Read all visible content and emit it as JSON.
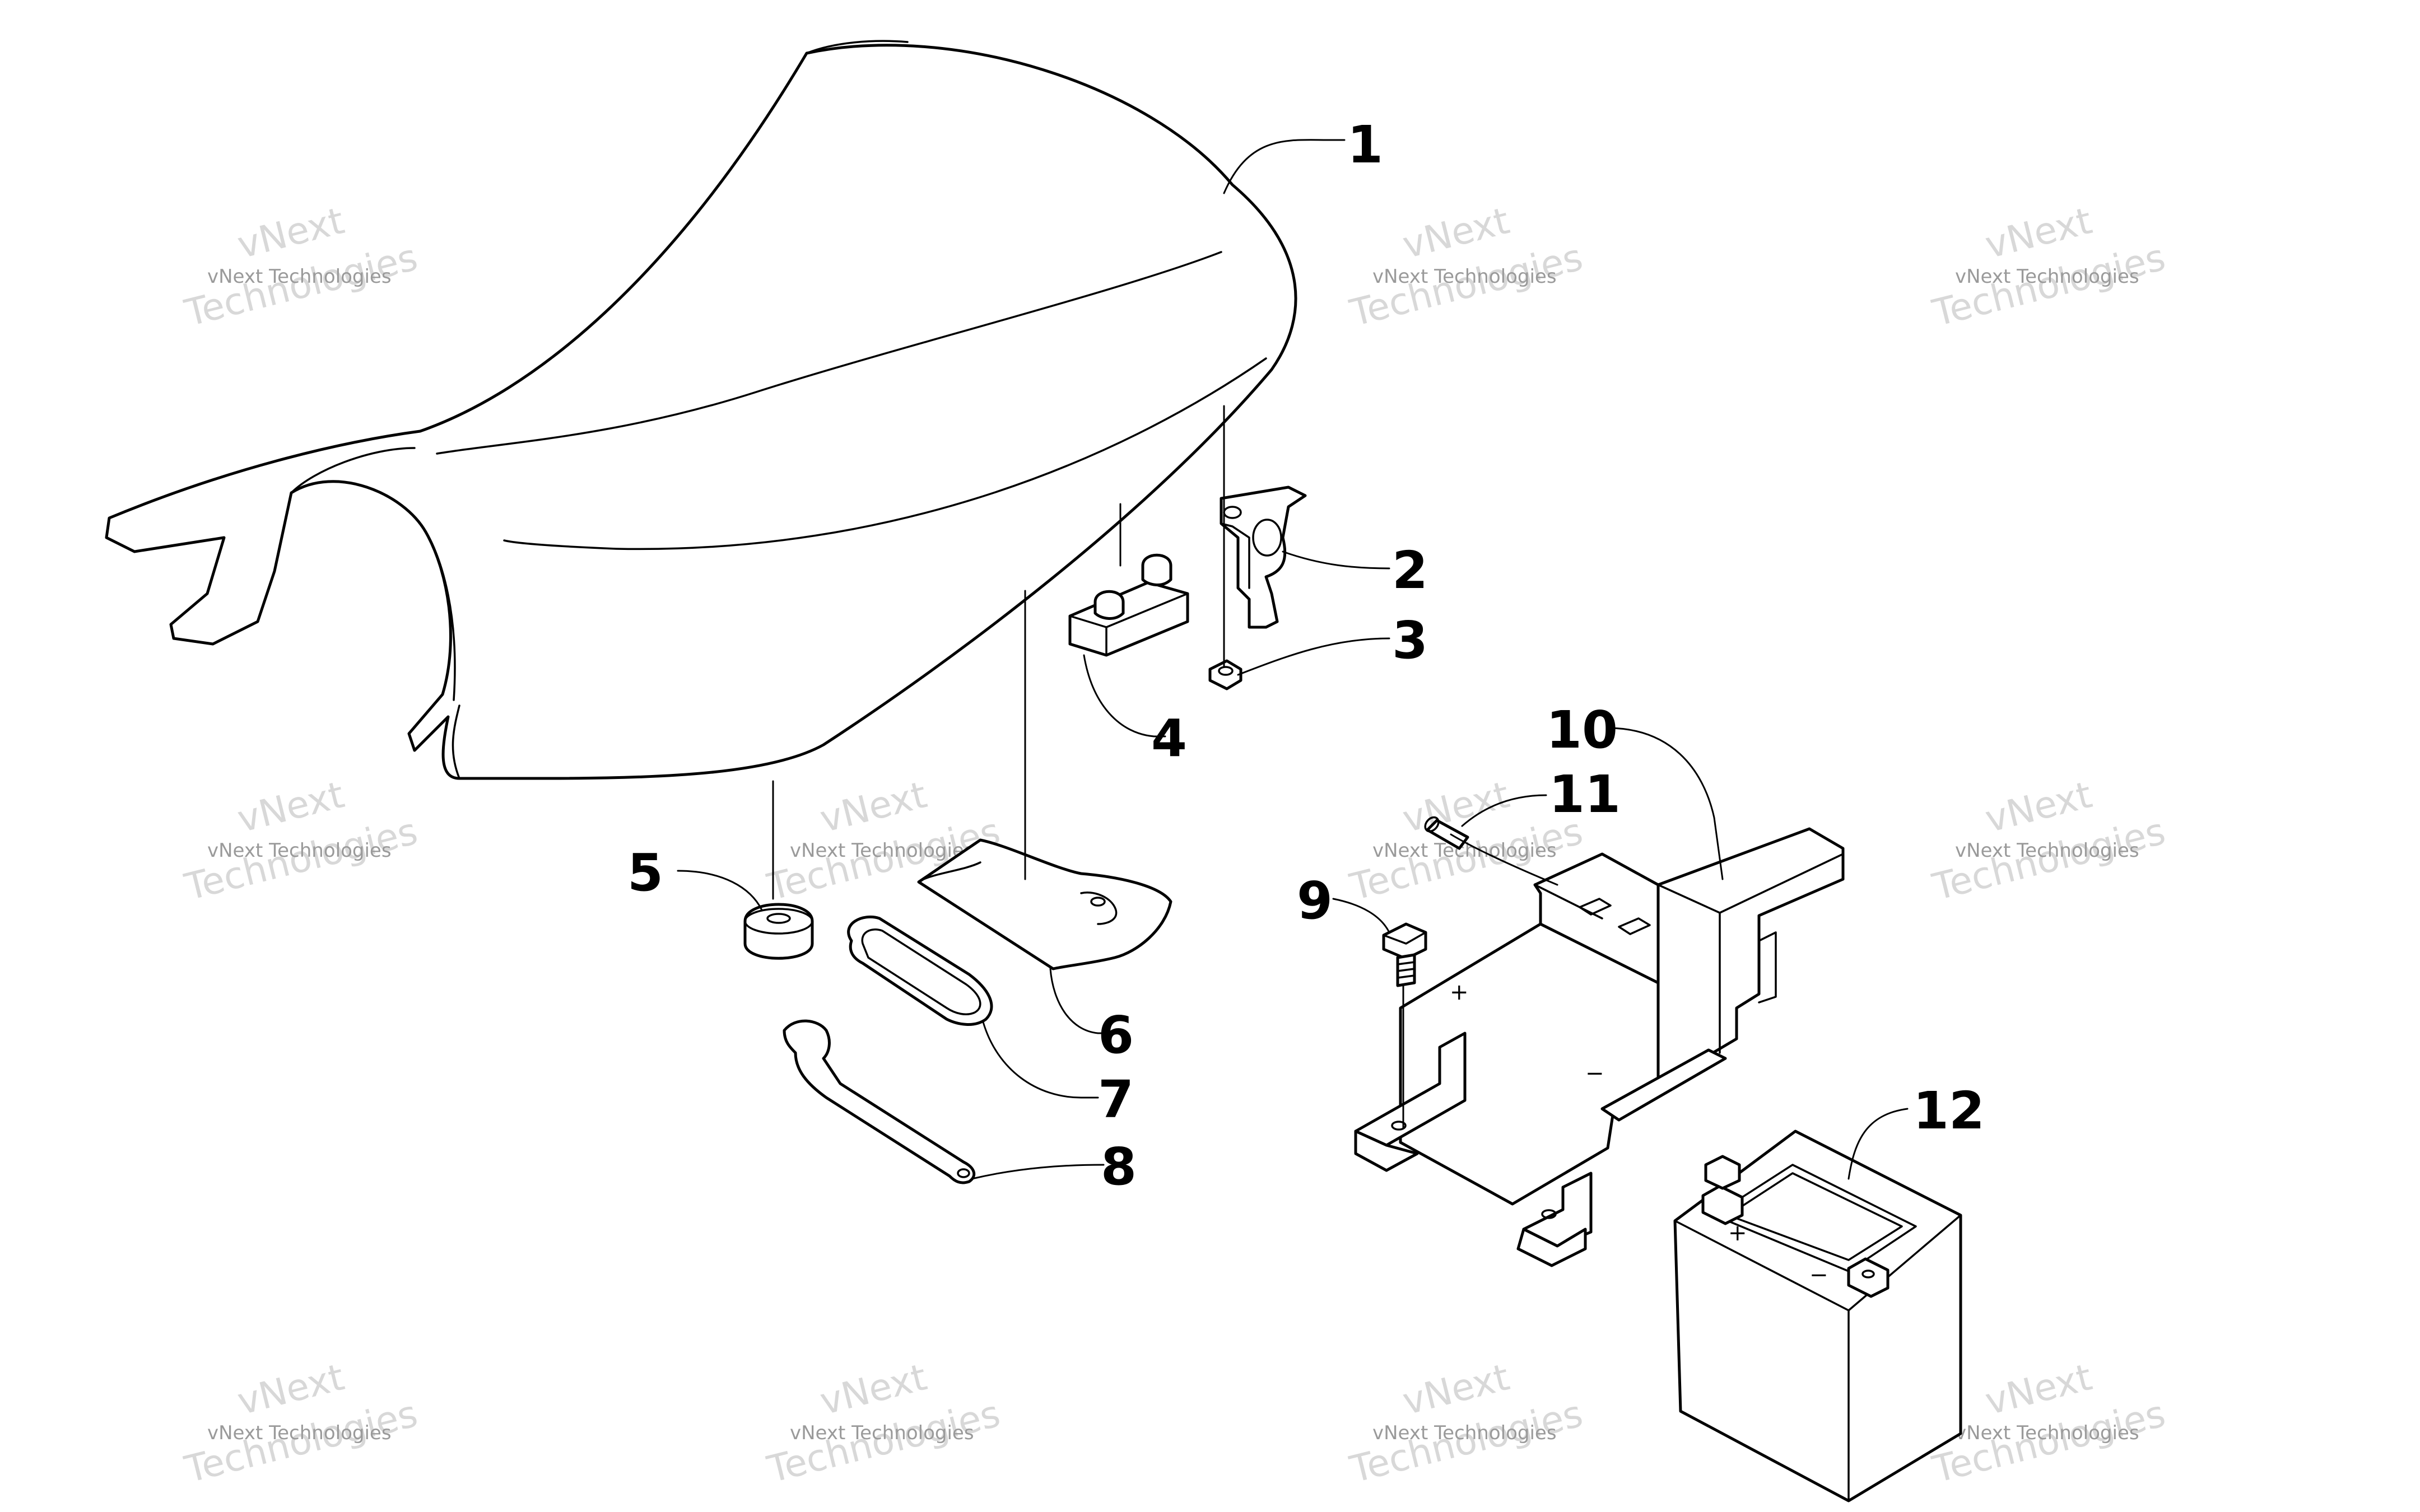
{
  "watermark": {
    "line_small": "vNext Technologies",
    "word_top": "vNext",
    "word_bottom": "Technologies"
  },
  "callouts": [
    {
      "id": "1",
      "label": "1"
    },
    {
      "id": "2",
      "label": "2"
    },
    {
      "id": "3",
      "label": "3"
    },
    {
      "id": "4",
      "label": "4"
    },
    {
      "id": "5",
      "label": "5"
    },
    {
      "id": "6",
      "label": "6"
    },
    {
      "id": "7",
      "label": "7"
    },
    {
      "id": "8",
      "label": "8"
    },
    {
      "id": "9",
      "label": "9"
    },
    {
      "id": "10",
      "label": "10"
    },
    {
      "id": "11",
      "label": "11"
    },
    {
      "id": "12",
      "label": "12"
    }
  ],
  "marks": {
    "bracket_plus": "+",
    "bracket_minus": "−",
    "battery_plus": "+",
    "battery_minus": "−"
  }
}
